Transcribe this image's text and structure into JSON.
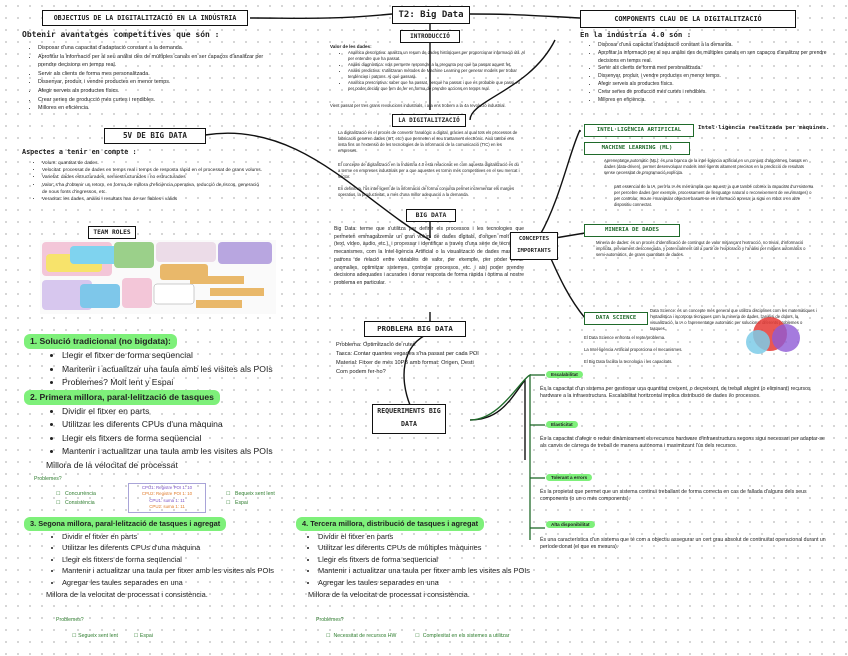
{
  "left": {
    "objectius_title": "OBJECTIUS DE LA DIGITALITZACIÓ EN LA INDÚSTRIA",
    "obtenir": "Obtenir avantatges competitives que són :",
    "objectius": [
      "Disposar d'una capacitat d'adaptació constant a la demanda.",
      "Aprofitar la informació per al seu anàlisi des de múltiples canals en ser capaços d'analitzar per prendre decisions en temps real.",
      "Servir als clients de forma mes personalitzada.",
      "Dissenyar, produir, i vendre productes en menor temps.",
      "Afegir serveis als productes físics.",
      "Crear series de producció més curtes i rendibles.",
      "Millores en eficiència."
    ],
    "v5_title": "5V DE BIG DATA",
    "aspectes": "Aspectes a tenir en compte :",
    "v5_items": [
      "Volum: quantitat de dades.",
      "Velocitat: processat de dades en temps real i temps de resposta ràpid en el processat de grans volums.",
      "Varietat: dades estructurades, semiestructurades i no estructurades",
      "Valor: s'ha d'obtenir un retorn, en forma de millora d'eficiència operativa, reducció de riscos, generació de nous fonts d'ingressos, etc.",
      "Veracitat: les dades, anàlisi i resultats han de ser fiables i vàlids"
    ],
    "team_roles": "TEAM ROLES"
  },
  "center": {
    "title": "T2: Big Data",
    "introduccio": "INTRODUCCIÓ",
    "valor_title": "Valor de les dades:",
    "valor_items": [
      "Analítica descriptiva: analitza un resum de dades històriques per proporcionar informació útil. Al per entendre que ha passat.",
      "Anàlisi diagnòstica: vols permetre respondre a la pregunta per què ha passat aquest fet.",
      "Anàlisi predictiva: s'utilitzaran mètodes de Machine Learning per generar models per trobar tendències i patrons. Al què passarà.",
      "Analítica prescriptiva: saber que ha passat, perquè ha passat i que és probable que passi. Al per poder decidir que fem de fer en forma de prendre accions en temps real."
    ],
    "intro_footer": "Vient passat per tres grans revolucions industrials, i ara ens trobem a la 4a revolució industrial.",
    "digitalitzacio": "LA DIGITALITZACIÓ",
    "dig_p1": "La digitalització és el procés de convertir l'analògic a digital, gràcies al qual tots els processos de fabricació generen dades (IoT, etc.) que permeten el seu tractament electrònic. Això també ens insta fins on l'extensió de les tecnologies de la informació de la comunicació (TIC) en les empreses.",
    "dig_p2": "El concepte de digitalització en la Indústria 4.0 està relacionat en com aquesta digitalització es dú a terme en empreses industrials per a que aquestes es tornin més competitives en el seu mercat i sector.",
    "dig_p3": "En definitiva, l'ús intel·ligent de la informació de forma conjunta permet incrementar els marges operatius, la productivitat, a més d'una millor adequació a la demanda.",
    "bigdata": "BIG DATA",
    "bigdata_text": "Big Data: terme que s'utilitza per definir els processos i les tecnologies que permeten emmagatzemar un gran volum de dades digitals, d'origen molt variat (text, vídeo, àudio, etc.), i processar i identificar a través d'una sèrie de tècniques i mecanismes, com la Intel·ligència Artificial o la visualització de dades massives, patrons de relació entre variables de valor, per exemple, per poder predir anomalies, optimitzar sistemes, controlar processos, etc. i així poder prendre decisions adequades i acurades i donar resposta de forma ràpida i òptima al nostre problema en particular.",
    "problema": "PROBLEMA BIG DATA",
    "prob_lines": [
      "Problema: Optimització de rutes",
      "Tasca: Contar quantes vegades s'ha passat per cada POI",
      "Material: Fitxer de més 10PB amb format: Origen, Desti",
      "Com podem fer-ho?"
    ],
    "requeriments": "REQUERIMENTS BIG DATA"
  },
  "right": {
    "components_title": "COMPONENTS CLAU DE LA DIGITALITZACIÓ",
    "industria": "En la indústria 4.0 són :",
    "components": [
      "Disposar d'una capacitat d'adaptació constant a la demanda.",
      "Aprofitar la informació per al seu anàlisi des de múltiples canals en sen capaços d'analitzar per prendre decisions en temps real.",
      "Servir als clients de forma mes personalitzada.",
      "Dissenyar, produir, i vendre productes en menor temps.",
      "Afegir serveis als productes físics.",
      "Crear series de producció més curtes i rendibles.",
      "Millores en eficiència."
    ],
    "conceptes": "CONCEPTES IMPORTANTS",
    "ia": "INTEL·LIGÈNCIA ARTIFICIAL",
    "ia_note": "Intel·ligència realitzada per màquines.",
    "ml": "MACHINE LEARNING (ML)",
    "ml_text": "Aprenentatge automàtic (ML): és una branca de la intel·ligència artificial en un conjunt d'algoritmes, basats en dades (data-driven), permet desenvolupar models intel·ligents altament precisos en la predicció de resultats sense necessitat de programació explícita.",
    "ml_sub": "part essencial de la IA, però la IA és més àmplia que aquest, ja que també cobreix la capacitat d'un sistema per percebre dades (per exemple, processament de llenguatge natural o reconeixement de veu/imatges) o per controlar, moure i manipular objectes basant-se en informació apresa, ja sigui en robot o en altre dispositiu connectat.",
    "mineria": "MINERIA DE DADES",
    "mineria_text": "Mineria de dades: és un procés d'identificació de contingut de valor mitjançant l'extracció, no trivial, d'informació implícita, prèviament desconeguda, y potencialment útil a partir de l'exploració y l'anàlisi per mitjans automàtics o semi-automàtics, de grans quantitats de dades.",
    "datascience": "DATA SCIENCE",
    "ds_text": "Data Science: és un concepte més general que utilitza disciplines com les matemàtiques i l'estadística i incorpora tècniques com la mineria de dades, l'anàlisi de dolors, la visualització, la IA o l'aprenentatge automàtic per solucionar diferents problemes o tasques.",
    "ds_lines": [
      "El Data Science enfronta el repte/problema.",
      "La Intel·ligència Artificial proporciona el mecanismes.",
      "El Big Data facilita la tecnologia i les capacitats."
    ],
    "req": [
      {
        "title": "Escalabilitat",
        "text": "És la capacitat d'un sistema per gestionar una quantitat creixent, o decreixent, de treball afegint (o eliminant) recursos hardware a la infraestructura. Escalabilitat horitzontal implica distribució de dades i/o processos."
      },
      {
        "title": "Elasticitat",
        "text": "És la capacitat d'afegir o reduir dinàmicament els recursos hardware d'infraestructura segons sigui necessari per adaptar-se als canvis de càrrega de treball de manera autònoma i maximitzant l'ús dels recursos."
      },
      {
        "title": "Tolerant a errors",
        "text": "És la propietat que permet que un sistema continuï treballant de forma correcta en cas de fallada d'alguns dels seus components (o un o més components)."
      },
      {
        "title": "Alta disponibilitat",
        "text": "És una característica d'un sistema que té com a objectiu assegurar un cert grau absolut de continuïtat operacional durant un període donat (el que es mesura)."
      }
    ]
  },
  "bottom": {
    "s1": "1.  Solució tradicional (no bigdata):",
    "s1_items": [
      "Llegir el fitxer de forma seqüencial",
      "Mantenir i actualitzar una taula amb les visites als POIs",
      "Problemes? Molt lent y Espai"
    ],
    "s2": "2.  Primera millora, paral·lelització de tasques",
    "s2_items": [
      "Dividir el fitxer en parts",
      "Utilitzar les diferents CPUs d'una màquina",
      "Llegir els fitxers de forma seqüencial",
      "Mantenir i actualitzar una taula amb les visites als POIs"
    ],
    "s2_footer": "Millora de la velocitat de processat",
    "problemes": "Problemes?",
    "check_left": [
      "Concurrència",
      "Consistència"
    ],
    "cpu_lines": [
      "CPU1: Registre POI 1: 10",
      "CPU2: Registre POI 1: 10",
      "CPU1: suma 1: 11",
      "CPU2: suma 1: 11"
    ],
    "check_right": [
      "Bequeix sent lent",
      "Espai"
    ],
    "s3": "3.  Segona millora, paral·lelització de tasques i agregat",
    "s3_items": [
      "Dividir el fitxer en parts",
      "Utilitzar les diferents CPUs d'una màquina",
      "Llegir els fitxers de forma seqüencial",
      "Mantenir i actualitzar una taula per fitxer amb les visites als POIs",
      "Agregar les taules separades en una"
    ],
    "s3_footer": "Millora de la velocitat de processat i consistència.",
    "s3_checks": [
      "Segueix sent lent",
      "Espai"
    ],
    "s4": "4.  Tercera millora, distribució de tasques i agregat",
    "s4_items": [
      "Dividir el fitxer en parts",
      "Utilitzar les diferents CPUs de múltiples màquines",
      "Llegir els fitxers de forma seqüencial",
      "Mantenir i actualitzar una taula per fitxer amb les visites als POIs",
      "Agregar les taules separades en una"
    ],
    "s4_footer": "Millora de la velocitat de processat i consistència.",
    "s4_checks": [
      "Necessitat de recursos HW",
      "Complexitat en els sistemes a utilitzar"
    ]
  }
}
